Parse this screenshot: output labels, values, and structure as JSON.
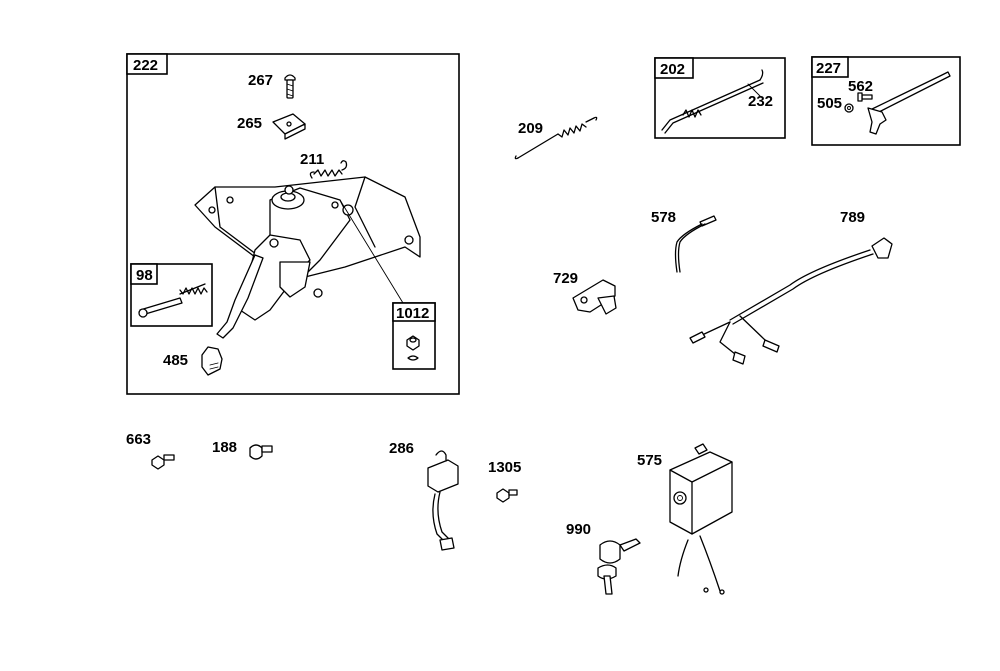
{
  "groups": {
    "g222": "222",
    "g98": "98",
    "g1012": "1012",
    "g202": "202",
    "g227": "227"
  },
  "parts": {
    "p267": "267",
    "p265": "265",
    "p211": "211",
    "p485": "485",
    "p209": "209",
    "p232": "232",
    "p562": "562",
    "p505": "505",
    "p578": "578",
    "p789": "789",
    "p729": "729",
    "p663": "663",
    "p188": "188",
    "p286": "286",
    "p1305": "1305",
    "p575": "575",
    "p990": "990"
  }
}
